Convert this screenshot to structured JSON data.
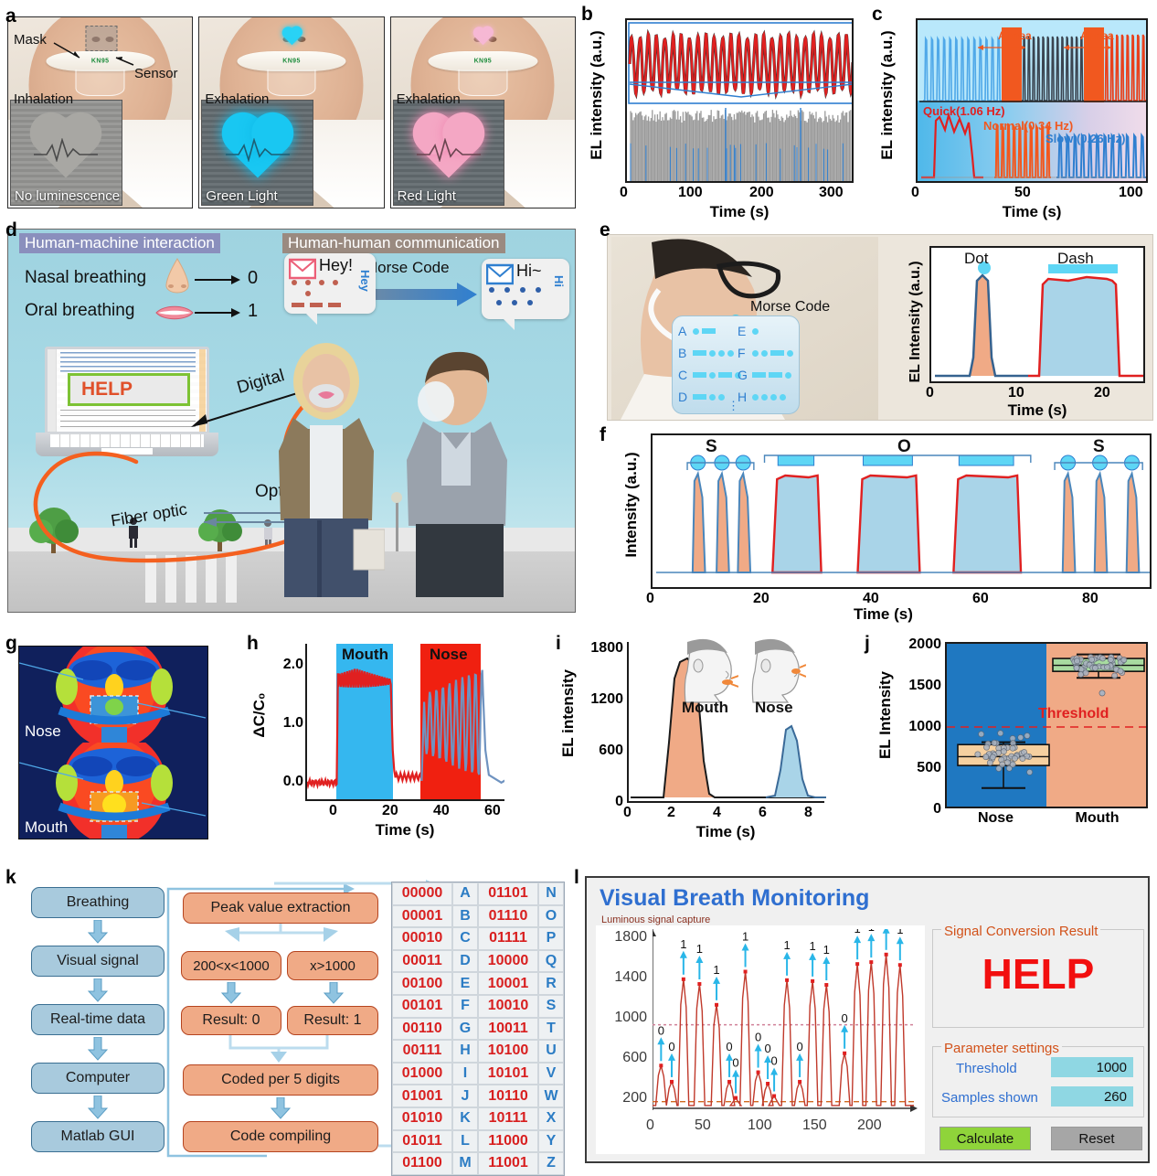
{
  "panels": {
    "a": {
      "label": "a",
      "annotations": {
        "mask": "Mask",
        "sensor": "Sensor"
      },
      "tiles": [
        {
          "state": "Inhalation",
          "caption": "No luminescence",
          "heart": "grey"
        },
        {
          "state": "Exhalation",
          "caption": "Green Light",
          "heart": "cyan"
        },
        {
          "state": "Exhalation",
          "caption": "Red Light",
          "heart": "pink"
        }
      ],
      "mask_brand": "KN95"
    },
    "b": {
      "label": "b",
      "ylabel": "EL intensity (a.u.)",
      "xlabel": "Time (s)",
      "xticks": [
        "0",
        "100",
        "200",
        "300"
      ]
    },
    "c": {
      "label": "c",
      "ylabel": "EL intensity (a.u.)",
      "xlabel": "Time (s)",
      "xticks": [
        "0",
        "50",
        "100"
      ],
      "apnea_label_1": "Apnea",
      "apnea_label_2": "Apnea",
      "rate_labels": [
        "Quick(1.06 Hz)",
        "Normal(0.34 Hz)",
        "Slow (0.26 Hz)"
      ]
    },
    "d": {
      "label": "d",
      "header_left": "Human-machine interaction",
      "header_right": "Human-human communication",
      "rows": [
        {
          "text": "Nasal breathing",
          "icon": "nose-icon",
          "bit": "0"
        },
        {
          "text": "Oral breathing",
          "icon": "lips-icon",
          "bit": "1"
        }
      ],
      "laptop_screen_word": "HELP",
      "arrow_digital": "Digital",
      "arrow_optical": "Optical",
      "arrow_morse": "Morse Code",
      "fiber_label": "Fiber optic",
      "bubble_left_text": "Hey!",
      "bubble_left_vertical": "Hey",
      "bubble_right_text": "Hi~",
      "bubble_right_vertical": "Hi"
    },
    "e": {
      "label": "e",
      "morse_title": "Morse Code",
      "morse_rows": [
        {
          "letter": "A",
          "code": ".-"
        },
        {
          "letter": "B",
          "code": "-..."
        },
        {
          "letter": "C",
          "code": "-.-."
        },
        {
          "letter": "D",
          "code": "-.."
        },
        {
          "letter": "E",
          "code": "."
        },
        {
          "letter": "F",
          "code": "..-."
        },
        {
          "letter": "G",
          "code": "--."
        },
        {
          "letter": "H",
          "code": "...."
        }
      ],
      "morse_more": "⋮",
      "chart": {
        "ylabel": "EL Intensity (a.u.)",
        "xlabel": "Time (s)",
        "xticks": [
          "0",
          "10",
          "20"
        ],
        "annotations": [
          "Dot",
          "Dash"
        ]
      }
    },
    "f": {
      "label": "f",
      "ylabel": "Intensity (a.u.)",
      "xlabel": "Time (s)",
      "xticks": [
        "0",
        "20",
        "40",
        "60",
        "80"
      ],
      "letters": [
        "S",
        "O",
        "S"
      ]
    },
    "g": {
      "label": "g",
      "top_caption": "Nose",
      "bottom_caption": "Mouth"
    },
    "h": {
      "label": "h",
      "ylabel": "ΔC/C₀",
      "xlabel": "Time (s)",
      "yticks": [
        "2.0",
        "1.0",
        "0.0"
      ],
      "xticks": [
        "0",
        "20",
        "40",
        "60"
      ],
      "band_labels": [
        "Mouth",
        "Nose"
      ]
    },
    "i": {
      "label": "i",
      "ylabel": "EL intensity",
      "xlabel": "Time (s)",
      "yticks": [
        "1800",
        "1200",
        "600",
        "0"
      ],
      "xticks": [
        "0",
        "2",
        "4",
        "6",
        "8"
      ],
      "inset_labels": [
        "Mouth",
        "Nose"
      ]
    },
    "j": {
      "label": "j",
      "ylabel": "EL Intensity",
      "yticks": [
        "2000",
        "1500",
        "1000",
        "500",
        "0"
      ],
      "xcats": [
        "Nose",
        "Mouth"
      ],
      "threshold_label": "Threshold"
    },
    "k": {
      "label": "k",
      "left_flow": [
        "Breathing",
        "Visual signal",
        "Real-time data",
        "Computer",
        "Matlab GUI"
      ],
      "mid_flow": {
        "top": "Peak value extraction",
        "branch_left": "200<x<1000",
        "branch_right": "x>1000",
        "result_left": "Result: 0",
        "result_right": "Result: 1",
        "coded": "Coded per 5 digits",
        "compile": "Code compiling"
      },
      "code_table": [
        {
          "bin1": "00000",
          "ch1": "A",
          "bin2": "01101",
          "ch2": "N"
        },
        {
          "bin1": "00001",
          "ch1": "B",
          "bin2": "01110",
          "ch2": "O"
        },
        {
          "bin1": "00010",
          "ch1": "C",
          "bin2": "01111",
          "ch2": "P"
        },
        {
          "bin1": "00011",
          "ch1": "D",
          "bin2": "10000",
          "ch2": "Q"
        },
        {
          "bin1": "00100",
          "ch1": "E",
          "bin2": "10001",
          "ch2": "R"
        },
        {
          "bin1": "00101",
          "ch1": "F",
          "bin2": "10010",
          "ch2": "S"
        },
        {
          "bin1": "00110",
          "ch1": "G",
          "bin2": "10011",
          "ch2": "T"
        },
        {
          "bin1": "00111",
          "ch1": "H",
          "bin2": "10100",
          "ch2": "U"
        },
        {
          "bin1": "01000",
          "ch1": "I",
          "bin2": "10101",
          "ch2": "V"
        },
        {
          "bin1": "01001",
          "ch1": "J",
          "bin2": "10110",
          "ch2": "W"
        },
        {
          "bin1": "01010",
          "ch1": "K",
          "bin2": "10111",
          "ch2": "X"
        },
        {
          "bin1": "01011",
          "ch1": "L",
          "bin2": "11000",
          "ch2": "Y"
        },
        {
          "bin1": "01100",
          "ch1": "M",
          "bin2": "11001",
          "ch2": "Z"
        }
      ]
    },
    "l": {
      "label": "l",
      "app_title": "Visual Breath Monitoring",
      "plot_title": "Luminous signal capture",
      "result_group_title": "Signal Conversion Result",
      "result_value": "HELP",
      "params_group_title": "Parameter settings",
      "threshold_label": "Threshold",
      "threshold_value": "1000",
      "samples_label": "Samples shown",
      "samples_value": "260",
      "calculate_button": "Calculate",
      "reset_button": "Reset",
      "yticks": [
        "1800",
        "1400",
        "1000",
        "600",
        "200"
      ],
      "xticks": [
        "0",
        "50",
        "100",
        "150",
        "200"
      ],
      "bit_labels": [
        "0",
        "0",
        "1",
        "1",
        "1",
        "1",
        "0",
        "0",
        "0",
        "0",
        "1",
        "1",
        "1",
        "0",
        "1",
        "1",
        "1",
        "1"
      ]
    }
  },
  "colors": {
    "red": "#e02020",
    "blue": "#2f7fd0",
    "cyan": "#6fd8ee",
    "orange": "#f0aa86",
    "grey": "#9a9a9a",
    "green": "#8fd43a"
  },
  "chart_data": [
    {
      "id": "b",
      "type": "line",
      "title": "",
      "xlabel": "Time (s)",
      "ylabel": "EL intensity (a.u.)",
      "xlim": [
        0,
        320
      ],
      "xticks": [
        0,
        100,
        200,
        300
      ],
      "grid": false,
      "series": [
        {
          "name": "breathing oscillation (red)",
          "color": "#e02020",
          "n_cycles": 27,
          "period_s": 11.5
        },
        {
          "name": "raw EL signal (grey)",
          "color": "#9a9a9a"
        }
      ]
    },
    {
      "id": "c",
      "type": "line",
      "xlabel": "Time (s)",
      "ylabel": "EL intensity (a.u.)",
      "xlim": [
        0,
        105
      ],
      "xticks": [
        0,
        50,
        100
      ],
      "annotations": [
        "Apnea",
        "Apnea",
        "Quick(1.06 Hz)",
        "Normal(0.34 Hz)",
        "Slow (0.26 Hz)"
      ],
      "series": [
        {
          "name": "Slow breathing (blue)",
          "color": "#2f7fd0",
          "frequency_hz": 0.26
        },
        {
          "name": "Normal breathing (orange)",
          "color": "#f05a28",
          "frequency_hz": 0.34
        },
        {
          "name": "Quick breathing (red)",
          "color": "#e02020",
          "frequency_hz": 1.06
        }
      ]
    },
    {
      "id": "e",
      "type": "line",
      "xlabel": "Time (s)",
      "ylabel": "EL Intensity (a.u.)",
      "xlim": [
        0,
        25
      ],
      "xticks": [
        0,
        10,
        20
      ],
      "annotations": [
        "Dot",
        "Dash"
      ],
      "events": [
        {
          "label": "Dot",
          "start_s": 4.2,
          "end_s": 6.5,
          "fill": "#f0aa86"
        },
        {
          "label": "Dash",
          "start_s": 11.8,
          "end_s": 21.5,
          "fill": "#a9d4e8"
        }
      ]
    },
    {
      "id": "f",
      "type": "line",
      "xlabel": "Time (s)",
      "ylabel": "Intensity (a.u.)",
      "xlim": [
        0,
        92
      ],
      "xticks": [
        0,
        20,
        40,
        60,
        80
      ],
      "letters": [
        "S",
        "O",
        "S"
      ],
      "events": [
        {
          "label": "dot",
          "start_s": 6.5,
          "end_s": 8.5
        },
        {
          "label": "dot",
          "start_s": 11.0,
          "end_s": 13.0
        },
        {
          "label": "dot",
          "start_s": 15.0,
          "end_s": 17.0
        },
        {
          "label": "dash",
          "start_s": 21.5,
          "end_s": 31.0
        },
        {
          "label": "dash",
          "start_s": 37.5,
          "end_s": 49.5
        },
        {
          "label": "dash",
          "start_s": 55.5,
          "end_s": 68.5
        },
        {
          "label": "dot",
          "start_s": 76.0,
          "end_s": 78.0
        },
        {
          "label": "dot",
          "start_s": 82.0,
          "end_s": 84.0
        },
        {
          "label": "dot",
          "start_s": 88.0,
          "end_s": 90.0
        }
      ]
    },
    {
      "id": "h",
      "type": "line",
      "xlabel": "Time (s)",
      "ylabel": "ΔC/C₀",
      "xlim": [
        -12,
        68
      ],
      "ylim": [
        -0.2,
        2.4
      ],
      "xticks": [
        0,
        20,
        40,
        60
      ],
      "yticks": [
        0.0,
        1.0,
        2.0
      ],
      "bands": [
        {
          "label": "Mouth",
          "start_s": 0,
          "end_s": 22,
          "color": "#35b7ef"
        },
        {
          "label": "Nose",
          "start_s": 35,
          "end_s": 59,
          "color": "#f02010"
        }
      ],
      "series": [
        {
          "name": "Mouth breathing",
          "color": "#e02020",
          "plateau": 2.0
        },
        {
          "name": "Nose breathing",
          "color": "#6f93c0",
          "plateau_max": 1.9
        }
      ]
    },
    {
      "id": "i",
      "type": "area",
      "xlabel": "Time (s)",
      "ylabel": "EL intensity",
      "xlim": [
        0,
        8.8
      ],
      "ylim": [
        0,
        1800
      ],
      "xticks": [
        0,
        2,
        4,
        6,
        8
      ],
      "yticks": [
        0,
        600,
        1200,
        1800
      ],
      "series": [
        {
          "name": "Mouth",
          "color": "#f0aa86",
          "peak_value": 1600,
          "peak_time_s": 2.6
        },
        {
          "name": "Nose",
          "color": "#a9d4e8",
          "peak_value": 790,
          "peak_time_s": 7.4
        }
      ]
    },
    {
      "id": "j",
      "type": "box",
      "ylabel": "EL Intensity",
      "ylim": [
        0,
        2000
      ],
      "yticks": [
        0,
        500,
        1000,
        1500,
        2000
      ],
      "categories": [
        "Nose",
        "Mouth"
      ],
      "threshold": 1000,
      "threshold_label": "Threshold",
      "boxes": [
        {
          "category": "Nose",
          "q1": 510,
          "median": 620,
          "q3": 770,
          "whisker_low": 230,
          "whisker_high": 800,
          "box_color": "#f5d0a0",
          "bg_color": "#1f78c1"
        },
        {
          "category": "Mouth",
          "q1": 1680,
          "median": 1755,
          "q3": 1840,
          "whisker_low": 1600,
          "whisker_high": 1890,
          "outlier": 1410,
          "box_color": "#a8dba0",
          "bg_color": "#f0aa86"
        }
      ]
    },
    {
      "id": "l",
      "type": "line",
      "title": "Luminous signal capture",
      "xlabel": "",
      "ylabel": "",
      "xlim": [
        0,
        245
      ],
      "ylim": [
        120,
        1950
      ],
      "xticks": [
        0,
        50,
        100,
        150,
        200
      ],
      "yticks": [
        200,
        600,
        1000,
        1400,
        1800
      ],
      "threshold_high": 1000,
      "threshold_low": 190,
      "peaks": [
        {
          "x": 8,
          "y": 570,
          "bit": "0"
        },
        {
          "x": 18,
          "y": 400,
          "bit": "0"
        },
        {
          "x": 29,
          "y": 1480,
          "bit": "1"
        },
        {
          "x": 44,
          "y": 1430,
          "bit": "1"
        },
        {
          "x": 60,
          "y": 1210,
          "bit": "1"
        },
        {
          "x": 72,
          "y": 400,
          "bit": "0"
        },
        {
          "x": 78,
          "y": 230,
          "bit": "0"
        },
        {
          "x": 87,
          "y": 1560,
          "bit": "1"
        },
        {
          "x": 99,
          "y": 500,
          "bit": "0"
        },
        {
          "x": 108,
          "y": 380,
          "bit": "0"
        },
        {
          "x": 114,
          "y": 250,
          "bit": "0"
        },
        {
          "x": 126,
          "y": 1470,
          "bit": "1"
        },
        {
          "x": 138,
          "y": 400,
          "bit": "0"
        },
        {
          "x": 150,
          "y": 1460,
          "bit": "1"
        },
        {
          "x": 163,
          "y": 1420,
          "bit": "1"
        },
        {
          "x": 180,
          "y": 700,
          "bit": "0"
        },
        {
          "x": 192,
          "y": 1640,
          "bit": "1"
        },
        {
          "x": 205,
          "y": 1660,
          "bit": "1"
        },
        {
          "x": 219,
          "y": 1740,
          "bit": "1"
        },
        {
          "x": 232,
          "y": 1630,
          "bit": "1"
        }
      ]
    }
  ]
}
